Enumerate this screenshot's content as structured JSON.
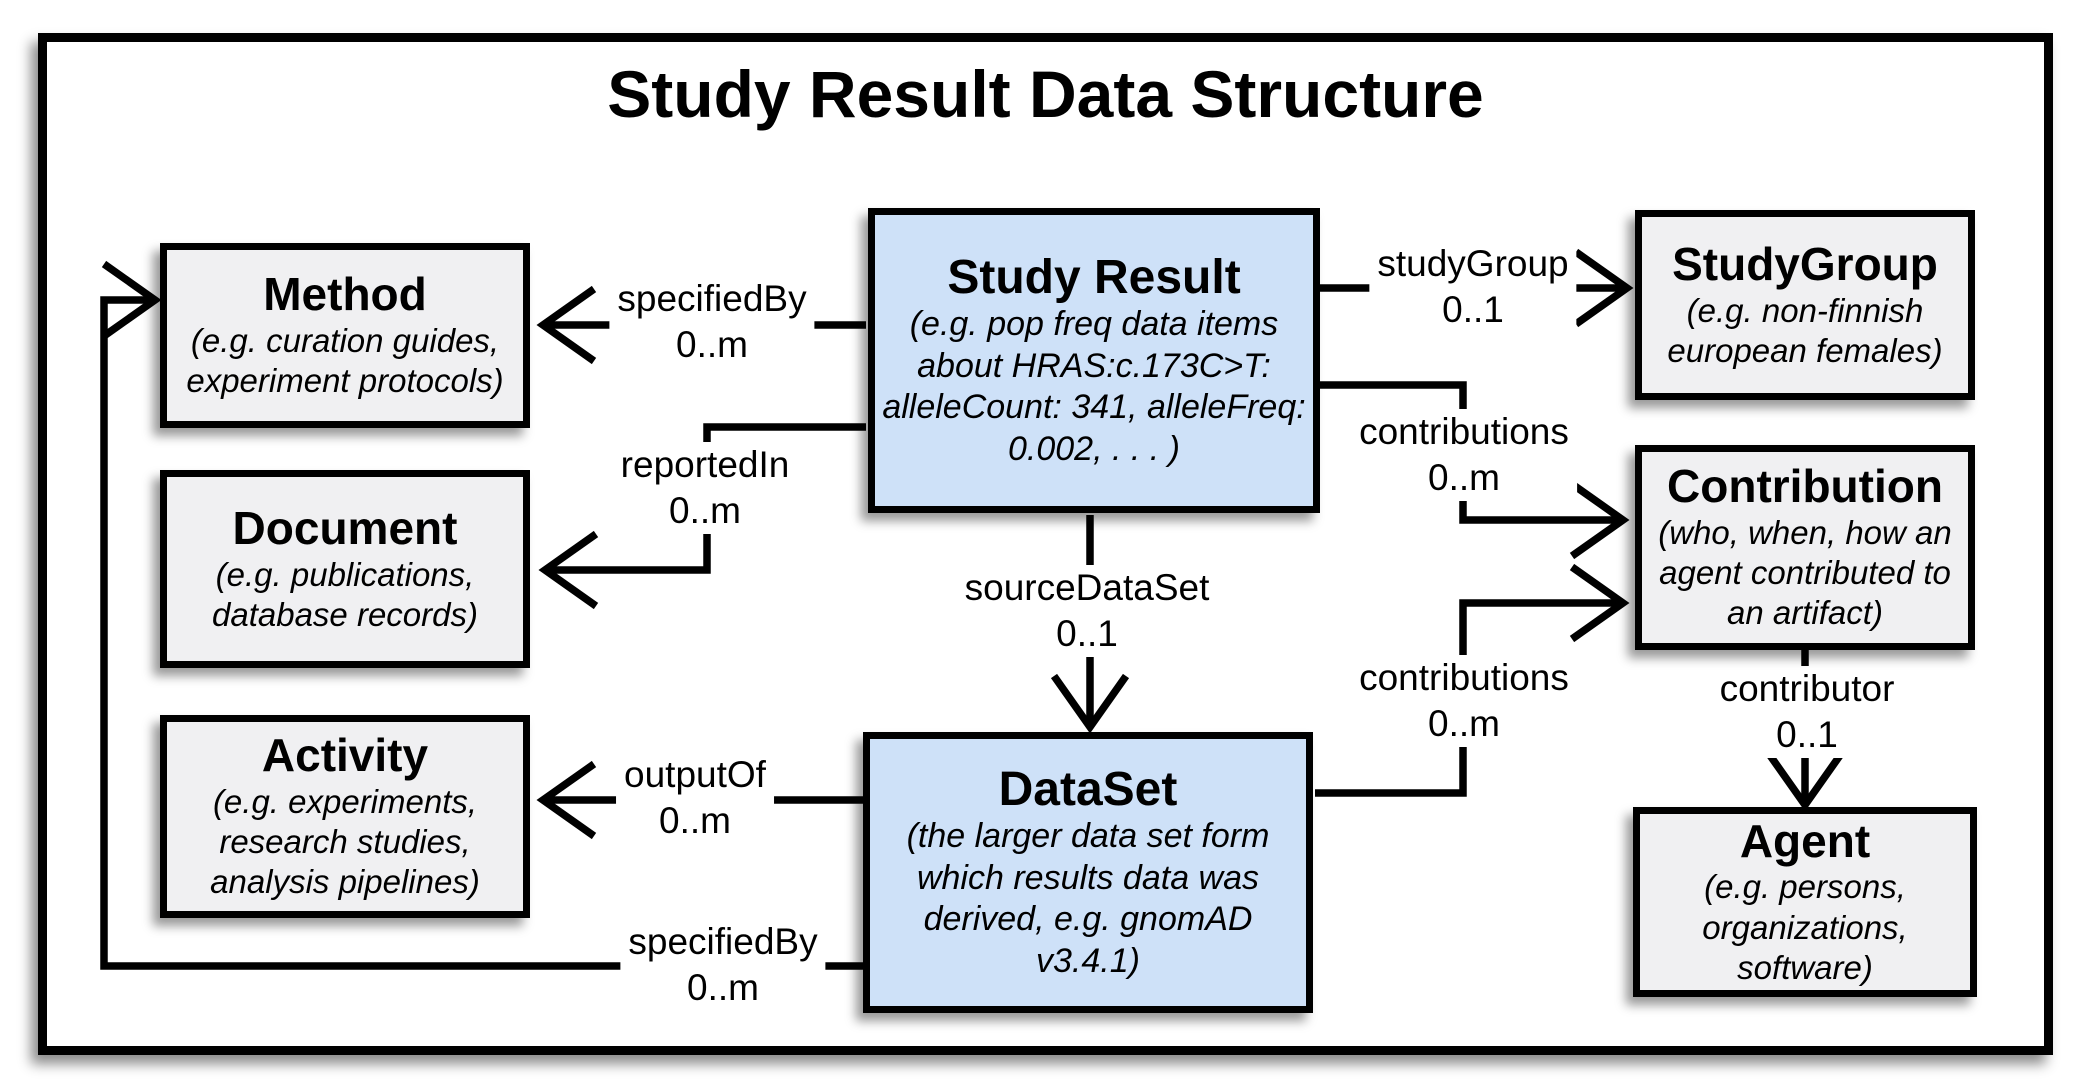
{
  "title": "Study Result Data Structure",
  "colors": {
    "entity_highlight": "#cee1f8",
    "entity_default": "#f0f0f2",
    "line": "#000000",
    "background": "#ffffff"
  },
  "nodes": {
    "study_result": {
      "title": "Study Result",
      "desc": "(e.g. pop freq data items about HRAS:c.173C>T: alleleCount: 341, alleleFreq: 0.002, . . . )"
    },
    "dataset": {
      "title": "DataSet",
      "desc": "(the larger data set form which results data was derived, e.g. gnomAD v3.4.1)"
    },
    "method": {
      "title": "Method",
      "desc": "(e.g. curation guides, experiment protocols)"
    },
    "document": {
      "title": "Document",
      "desc": "(e.g. publications, database records)"
    },
    "activity": {
      "title": "Activity",
      "desc": "(e.g. experiments, research studies, analysis pipelines)"
    },
    "study_group": {
      "title": "StudyGroup",
      "desc": "(e.g. non-finnish european females)"
    },
    "contribution": {
      "title": "Contribution",
      "desc": "(who, when, how an agent contributed to an artifact)"
    },
    "agent": {
      "title": "Agent",
      "desc": "(e.g. persons, organizations, software)"
    }
  },
  "edges": {
    "specified_by_sr": {
      "label": "specifiedBy",
      "cardinality": "0..m"
    },
    "reported_in": {
      "label": "reportedIn",
      "cardinality": "0..m"
    },
    "study_group": {
      "label": "studyGroup",
      "cardinality": "0..1"
    },
    "contributions_sr": {
      "label": "contributions",
      "cardinality": "0..m"
    },
    "contributions_ds": {
      "label": "contributions",
      "cardinality": "0..m"
    },
    "source_dataset": {
      "label": "sourceDataSet",
      "cardinality": "0..1"
    },
    "output_of": {
      "label": "outputOf",
      "cardinality": "0..m"
    },
    "specified_by_ds": {
      "label": "specifiedBy",
      "cardinality": "0..m"
    },
    "contributor": {
      "label": "contributor",
      "cardinality": "0..1"
    }
  }
}
